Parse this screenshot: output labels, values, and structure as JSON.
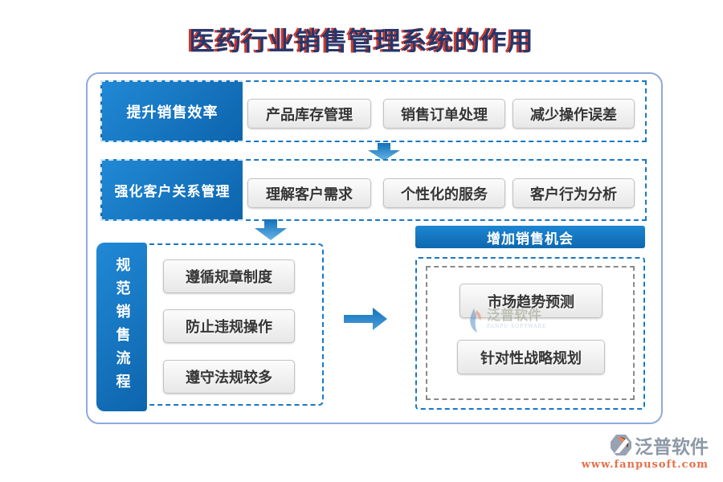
{
  "title": "医药行业销售管理系统的作用",
  "rows": [
    {
      "label": "提升销售效率",
      "items": [
        "产品库存管理",
        "销售订单处理",
        "减少操作误差"
      ]
    },
    {
      "label": "强化客户关系管理",
      "items": [
        "理解客户需求",
        "个性化的服务",
        "客户行为分析"
      ]
    }
  ],
  "left_section": {
    "label": "规范销售流程",
    "items": [
      "遵循规章制度",
      "防止违规操作",
      "遵守法规较多"
    ]
  },
  "right_section": {
    "header": "增加销售机会",
    "items": [
      "市场趋势预测",
      "针对性战略规划"
    ]
  },
  "watermark": {
    "name": "泛普软件",
    "subtitle": "FANPU SOFTWARE"
  },
  "footer": {
    "brand": "泛普软件",
    "url": "www.fanpusoft.com"
  },
  "colors": {
    "primary_blue": "#1278C8",
    "dark_blue": "#0D64AC",
    "dash_blue": "#1878C8",
    "frame_blue": "#8EA9DD",
    "title_navy": "#26376B",
    "title_red": "#CF3A2E",
    "button_border": "#C2C2C2",
    "url_orange": "#E4714B"
  }
}
